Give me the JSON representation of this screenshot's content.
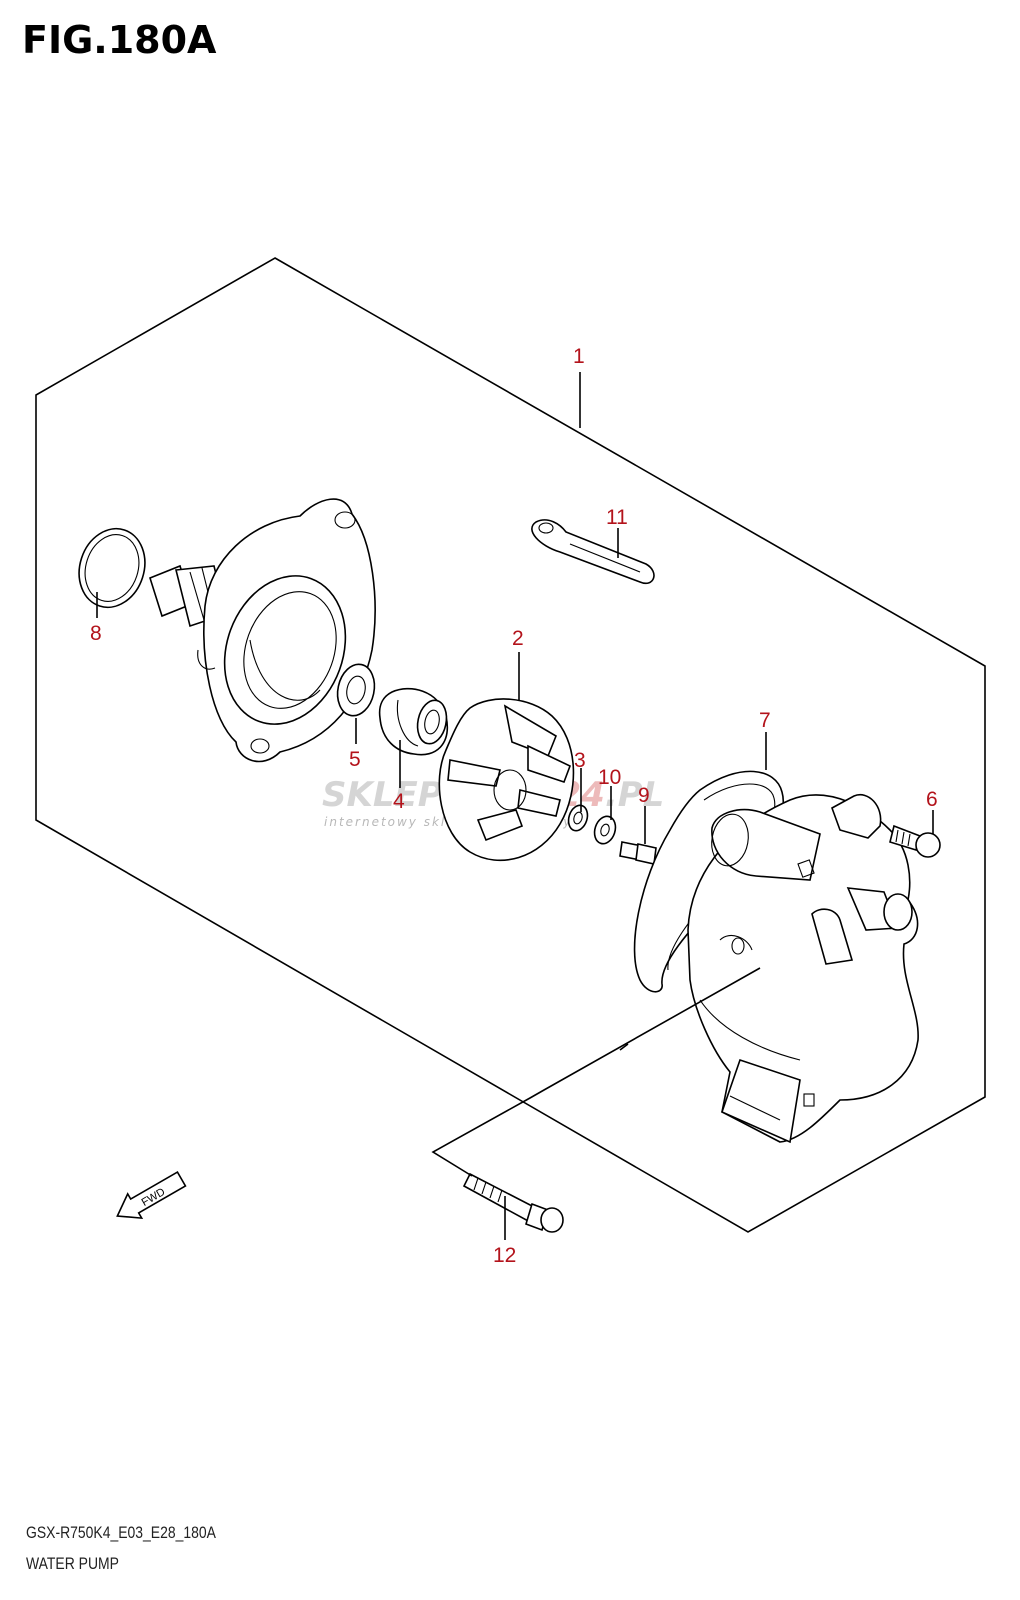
{
  "figure": {
    "title": "FIG.180A",
    "model_code": "GSX-R750K4_E03_E28_180A",
    "diagram_name": "WATER PUMP"
  },
  "watermark": {
    "main": "SKLEPMOTO",
    "main_accent": "24",
    "main_tail": ".PL",
    "sub": "internetowy sklep motocyklowy"
  },
  "fwd_label": "FWD",
  "callouts": [
    {
      "id": "1",
      "label": "1"
    },
    {
      "id": "2",
      "label": "2"
    },
    {
      "id": "3",
      "label": "3"
    },
    {
      "id": "4",
      "label": "4"
    },
    {
      "id": "5",
      "label": "5"
    },
    {
      "id": "6",
      "label": "6"
    },
    {
      "id": "7",
      "label": "7"
    },
    {
      "id": "8",
      "label": "8"
    },
    {
      "id": "9",
      "label": "9"
    },
    {
      "id": "10",
      "label": "10"
    },
    {
      "id": "11",
      "label": "11"
    },
    {
      "id": "12",
      "label": "12"
    }
  ],
  "colors": {
    "callout": "#b3131b",
    "lines": "#000000",
    "watermark": "#c8c8c8"
  }
}
